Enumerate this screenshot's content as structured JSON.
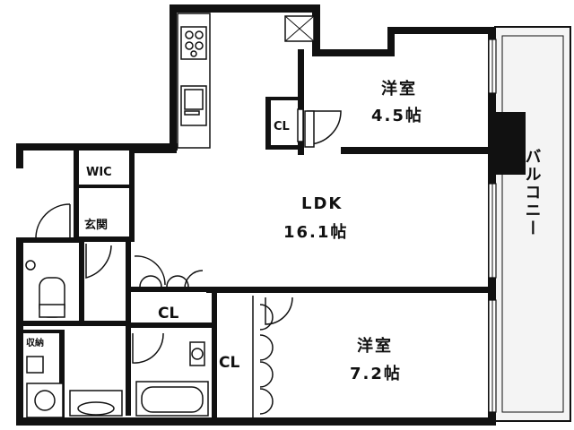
{
  "rooms": {
    "bedroom_north": {
      "name": "洋室",
      "size": "4.5帖"
    },
    "ldk": {
      "name": "LDK",
      "size": "16.1帖"
    },
    "bedroom_south": {
      "name": "洋室",
      "size": "7.2帖"
    },
    "closet_north": "CL",
    "closet_center": "CL",
    "closet_south": "CL",
    "wic": "WIC",
    "entrance": "玄関",
    "storage": "収納",
    "balcony": "バルコニー"
  },
  "colors": {
    "wall": "#111111",
    "background": "#ffffff",
    "balcony_fill": "#f4f4f4"
  }
}
